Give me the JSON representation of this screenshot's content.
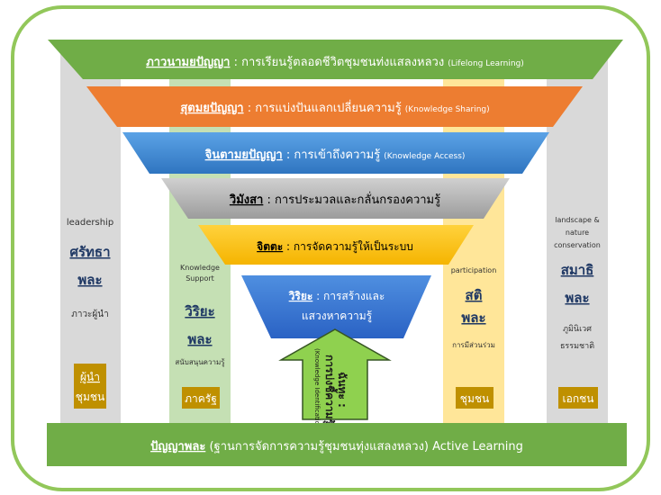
{
  "levels": {
    "l1": {
      "title": "ภาวนามยปัญญา",
      "desc": " : การเรียนรู้ตลอดชีวิตชุมชนท่งแสลงหลวง",
      "en": "(Lifelong Learning)"
    },
    "l2": {
      "title": "สุตมยปัญญา",
      "desc": " : การแบ่งปันแลกเปลี่ยนความรู้",
      "en": "(Knowledge Sharing)"
    },
    "l3": {
      "title": "จินตามยปัญญา",
      "desc": " : การเข้าถึงความรู้",
      "en": "(Knowledge Access)"
    },
    "l4": {
      "title": "วิมังสา",
      "desc": " : การประมวลและกลั่นกรองความรู้"
    },
    "l5": {
      "title": "จิตตะ",
      "desc": " : การจัดความรู้ให้เป็นระบบ"
    },
    "l6": {
      "title": "วิริยะ",
      "desc1": " : การสร้างและ",
      "desc2": "แสวงหาความรู้"
    }
  },
  "arrow": {
    "line1": "ฉันทะ :",
    "line2": "การบ่งชี้ความรู้",
    "line3": "(Knowledge Identification)"
  },
  "pillars": {
    "p1": {
      "en": "leadership",
      "title1": "ศรัทธา",
      "title2": "พละ",
      "sub": "ภาวะผู้นำ",
      "badge1": "ผู้นำ",
      "badge2": "ชุมชน"
    },
    "p2": {
      "en1": "Knowledge",
      "en2": "Support",
      "title1": "วิริยะ",
      "title2": "พละ",
      "sub": "สนับสนุนความรู้",
      "badge": "ภาครัฐ"
    },
    "p3": {
      "en": "participation",
      "title1": "สติ",
      "title2": "พละ",
      "sub": "การมีส่วนร่วม",
      "badge": "ชุมชน"
    },
    "p4": {
      "en1": "landscape &",
      "en2": "nature",
      "en3": "conservation",
      "title1": "สมาธิ",
      "title2": "พละ",
      "sub1": "ภูมินิเวศ",
      "sub2": "ธรรมชาติ",
      "badge": "เอกชน"
    }
  },
  "base": {
    "title": "ปัญญาพละ",
    "desc": " (ฐานการจัดการความรู้ชุมชนทุ่งแสลงหลวง) Active Learning"
  },
  "colors": {
    "frame": "#92c75a",
    "green": "#70ad47",
    "orange": "#ed7d31",
    "blue": "#4a90d9",
    "gray": "#a6a6a6",
    "yellow": "#ffc000",
    "pillarGray": "#d9d9d9",
    "pillarGreen": "#c5e0b4",
    "pillarYellow": "#ffe699",
    "badge": "#bf9000",
    "arrowFill": "#8fd14f",
    "arrowStroke": "#375623"
  }
}
